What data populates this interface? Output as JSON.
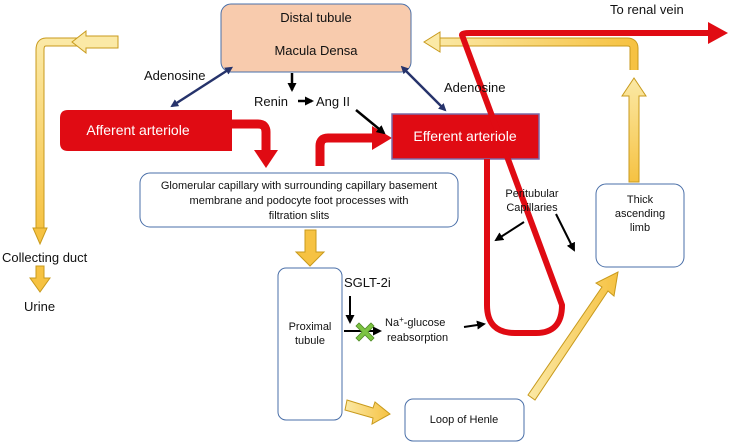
{
  "colors": {
    "distal_fill": "#f8cbad",
    "red": "#e00b13",
    "red_dark": "#c00000",
    "yellow": "#f6c242",
    "yellow_light": "#fbe9a6",
    "navy": "#26336b",
    "box_stroke": "#4a6fa8",
    "green_x": "#7dc443"
  },
  "icons": {
    "block": "x-cross-icon"
  },
  "labels": {
    "distal_line1": "Distal tubule",
    "distal_line2": "Macula Densa",
    "to_renal_vein": "To renal vein",
    "adenosine_left": "Adenosine",
    "adenosine_right": "Adenosine",
    "renin": "Renin",
    "ang_ii": "Ang II",
    "afferent": "Afferent arteriole",
    "efferent": "Efferent arteriole",
    "glom_line1": "Glomerular capillary with surrounding capillary basement",
    "glom_line2": "membrane and podocyte foot processes with",
    "glom_line3": "filtration slits",
    "peritubular_line1": "Peritubular",
    "peritubular_line2": "Capillaries",
    "thick_line1": "Thick",
    "thick_line2": "ascending",
    "thick_line3": "limb",
    "collecting_duct": "Collecting duct",
    "urine": "Urine",
    "sglt2i": "SGLT-2i",
    "proximal_line1": "Proximal",
    "proximal_line2": "tubule",
    "na_glucose_prefix": "Na",
    "na_glucose_sup": "+",
    "na_glucose_rest": "-glucose",
    "reabsorption": "reabsorption",
    "loop_of_henle": "Loop of Henle"
  }
}
